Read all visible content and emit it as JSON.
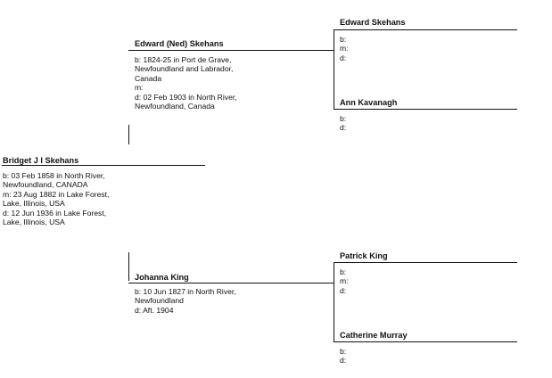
{
  "chart": {
    "root": {
      "name": "Bridget J I Skehans",
      "details": "b: 03 Feb 1858 in North River,\nNewfoundland, CANADA\nm: 23 Aug 1882 in Lake Forest,\nLake, Illinois, USA\nd: 12 Jun 1936 in Lake Forest,\nLake, Illinois, USA"
    },
    "father": {
      "name": "Edward (Ned) Skehans",
      "details": "b: 1824-25 in Port de Grave,\nNewfoundland and Labrador,\nCanada\nm:\nd: 02 Feb 1903 in North River,\nNewfoundland, Canada"
    },
    "mother": {
      "name": "Johanna King",
      "details": "b: 10 Jun 1827 in North River,\nNewfoundland\nd: Aft. 1904"
    },
    "paternal_grandfather": {
      "name": "Edward Skehans",
      "details": "b:\nm:\nd:"
    },
    "paternal_grandmother": {
      "name": "Ann Kavanagh",
      "details": "b:\nd:"
    },
    "maternal_grandfather": {
      "name": "Patrick King",
      "details": "b:\nm:\nd:"
    },
    "maternal_grandmother": {
      "name": "Catherine Murray",
      "details": "b:\nd:"
    }
  }
}
